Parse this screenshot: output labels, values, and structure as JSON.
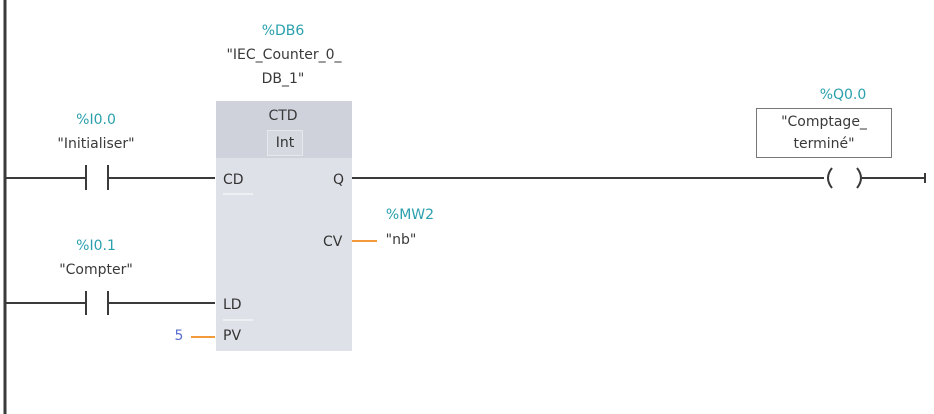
{
  "block": {
    "instance_address": "%DB6",
    "instance_name_line1": "\"IEC_Counter_0_",
    "instance_name_line2": "DB_1\"",
    "type": "CTD",
    "data_type": "Int",
    "pins": {
      "cd": "CD",
      "ld": "LD",
      "pv": "PV",
      "q": "Q",
      "cv": "CV"
    }
  },
  "contacts": [
    {
      "address": "%I0.0",
      "name": "\"Initialiser\""
    },
    {
      "address": "%I0.1",
      "name": "\"Compter\""
    }
  ],
  "pv_value": "5",
  "cv_output": {
    "address": "%MW2",
    "name": "\"nb\""
  },
  "coil": {
    "address": "%Q0.0",
    "name_line1": "\"Comptage_",
    "name_line2": "terminé\""
  },
  "colors": {
    "address": "#2aa0ad",
    "wire": "#3a3a3a",
    "param_wire": "#f39a3b",
    "constant": "#5a6fd0"
  }
}
